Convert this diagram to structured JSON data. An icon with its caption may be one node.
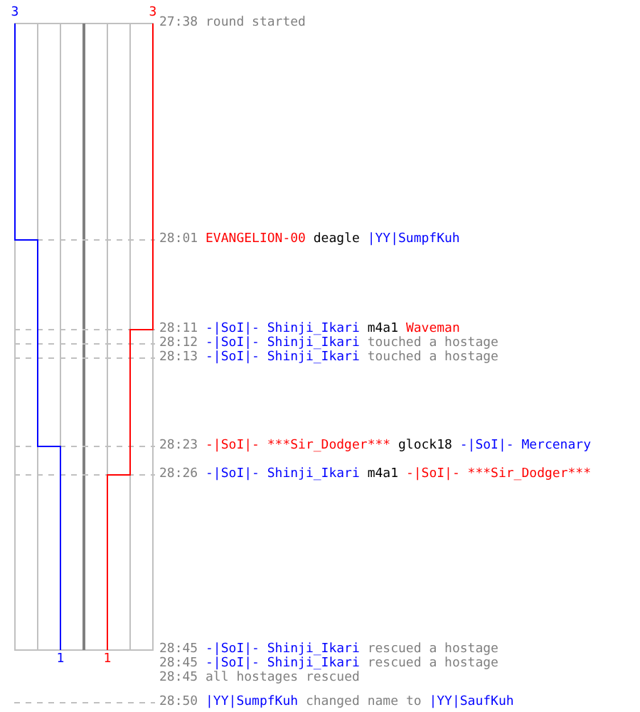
{
  "diagram": {
    "labels": [
      "3",
      "3",
      "27:38 round started",
      "28:01 EVANGELION-00 deagle |YY|SumpfKuh",
      "28:11 -|SoI|- Shinji_Ikari m4a1 Waveman",
      "28:12 -|SoI|- Shinji_Ikari touched a hostage",
      "28:13 -|SoI|- Shinji_Ikari touched a hostage",
      "28:23 -|SoI|- ***Sir_Dodger*** glock18 -|SoI|- Mercenary",
      "28:26 -|SoI|- Shinji_Ikari m4a1 -|SoI|- ***Sir_Dodger***",
      "28:45 -|SoI|- Shinji_Ikari rescued a hostage",
      "1",
      "1",
      "28:45 -|SoI|- Shinji_Ikari rescued a hostage",
      "28:45 all hostages rescued",
      "28:50 |YY|SumpfKuh changed name to |YY|SaufKuh"
    ]
  }
}
